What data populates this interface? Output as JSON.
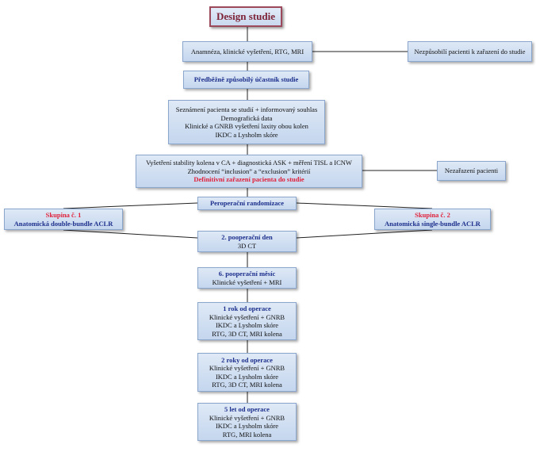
{
  "title": "Design studie",
  "boxes": {
    "anamneza": "Anamnéza, klinické vyšetření, RTG, MRI",
    "nezpusobili": "Nezpůsobilí pacienti k zařazení do studie",
    "predbezne": "Předběžně způsobilý účastník studie",
    "seznameni": [
      "Seznámení  pacienta se studií + informovaný souhlas",
      "Demografická data",
      "Klinické a GNRB vyšetření laxity obou kolen",
      "IKDC a Lysholm skóre"
    ],
    "vysetreni": [
      "Vyšetření stability kolena v CA + diagnostická ASK + měření TISL a ICNW",
      "Zhodnocení “inclusion” a “exclusion” kritérií",
      "Definitivní zařazení pacienta do studie"
    ],
    "nezarazeni": "Nezařazení pacienti",
    "randomizace": "Peroperační randomizace",
    "skupina1": [
      "Skupina č. 1",
      "Anatomická double-bundle ACLR"
    ],
    "skupina2": [
      "Skupina č. 2",
      "Anatomická single-bundle ACLR"
    ],
    "den2": [
      "2. pooperační den",
      "3D CT"
    ],
    "mesic6": [
      "6. pooperační měsíc",
      "Klinické vyšetření + MRI"
    ],
    "rok1": [
      "1 rok od operace",
      "Klinické vyšetření + GNRB",
      "IKDC a Lysholm skóre",
      "RTG, 3D CT, MRI kolena"
    ],
    "roky2": [
      "2 roky od operace",
      "Klinické vyšetření + GNRB",
      "IKDC a Lysholm skóre",
      "RTG, 3D CT, MRI kolena"
    ],
    "let5": [
      "5 let od operace",
      "Klinické vyšetření + GNRB",
      "IKDC a Lysholm skóre",
      "RTG, MRI kolena"
    ]
  }
}
